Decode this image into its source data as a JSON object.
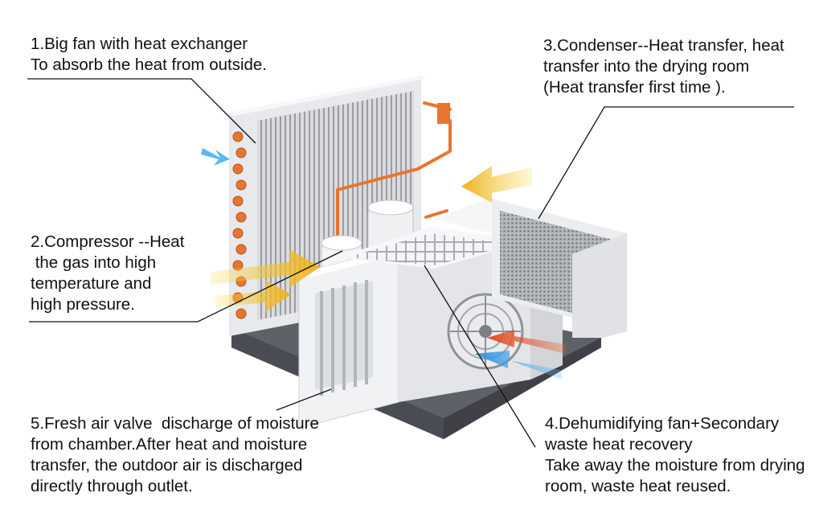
{
  "callouts": [
    {
      "id": "fan-heat-exchanger",
      "lines": [
        "1.Big fan with heat exchanger",
        "To absorb the heat from outside."
      ]
    },
    {
      "id": "compressor",
      "lines": [
        "2.Compressor --Heat",
        " the gas into high",
        "temperature and",
        "high pressure."
      ]
    },
    {
      "id": "condenser",
      "lines": [
        "3.Condenser--Heat transfer, heat",
        "transfer into the drying room",
        "(Heat transfer first time )."
      ]
    },
    {
      "id": "dehumidifying-fan",
      "lines": [
        "4.Dehumidifying fan+Secondary",
        "waste heat recovery",
        "Take away the moisture from drying",
        "room, waste heat reused."
      ]
    },
    {
      "id": "fresh-air-valve",
      "lines": [
        "5.Fresh air valve  discharge of moisture",
        "from chamber.After heat and moisture",
        "transfer, the outdoor air is discharged",
        "directly through outlet."
      ]
    }
  ],
  "colors": {
    "text": "#111111",
    "base": "#5f6169",
    "panel": "#eceef0",
    "coil": "#e8752f",
    "hot_arrow": "#f0a020",
    "warm_arrow": "#e55a2a",
    "cold_arrow": "#3a9de0"
  }
}
